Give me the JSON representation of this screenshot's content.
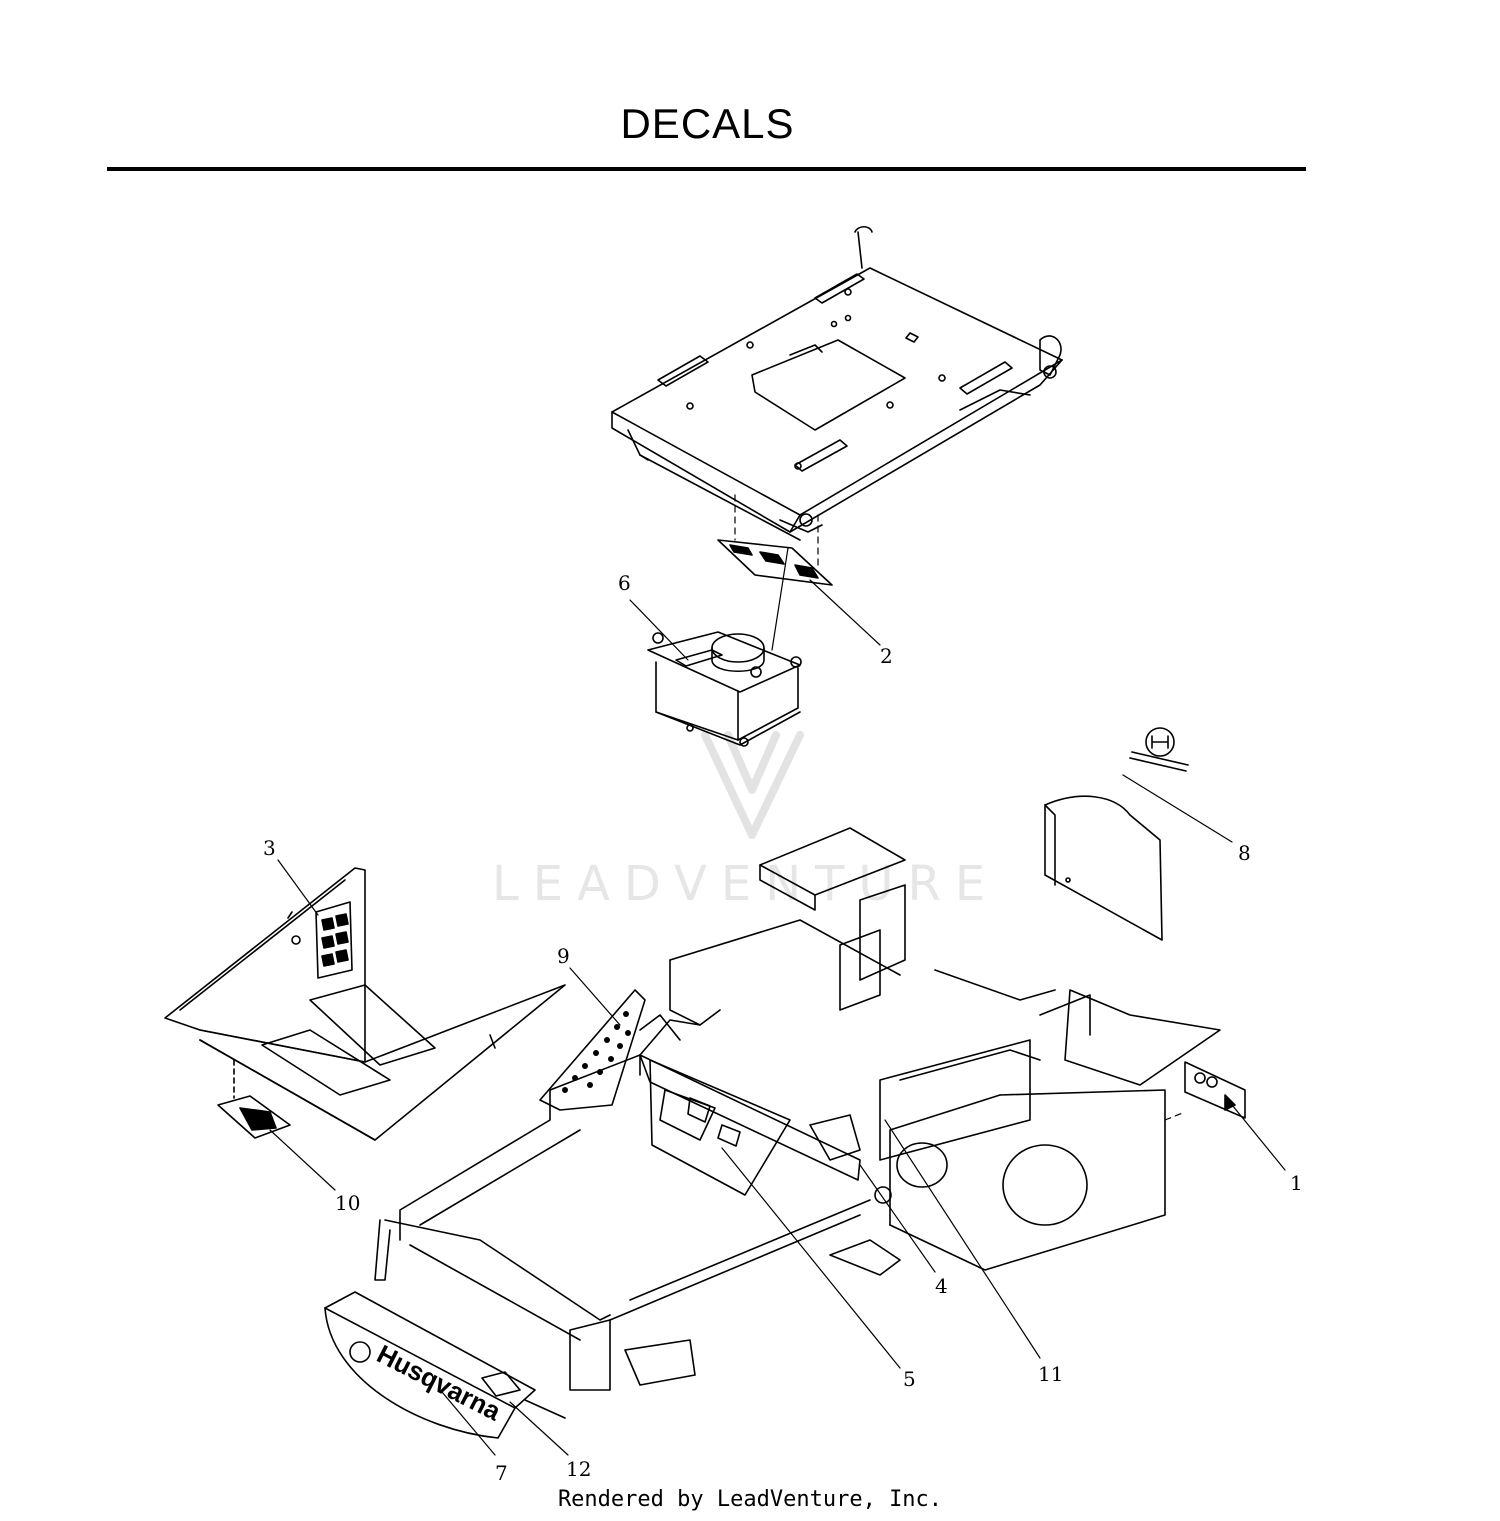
{
  "title": "DECALS",
  "watermark": "LEADVENTURE",
  "footer": "Rendered by LeadVenture, Inc.",
  "brand_text": "Husqvarna",
  "callouts": [
    "1",
    "2",
    "3",
    "4",
    "5",
    "6",
    "7",
    "8",
    "9",
    "10",
    "11",
    "12"
  ],
  "colors": {
    "ink": "#000000",
    "watermark": "#e6e6e6",
    "background": "#ffffff"
  }
}
